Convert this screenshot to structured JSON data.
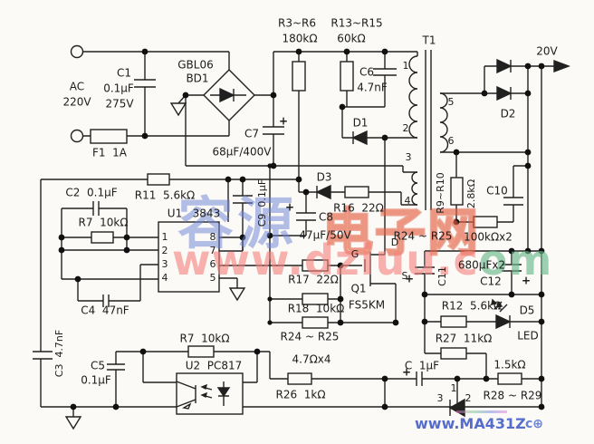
{
  "labels": {
    "ac1": "AC",
    "ac2": "220V",
    "c1_name": "C1",
    "c1_val": "0.1μF",
    "c1_volt": "275V",
    "f1": "F1  1A",
    "bd_model": "GBL06",
    "bd_name": "BD1",
    "c7_name": "C7",
    "c7_val": "68μF/400V",
    "r36_name": "R3~R6",
    "r36_val": "180kΩ",
    "r1315_name": "R13~R15",
    "r1315_val": "60kΩ",
    "c6_name": "C6",
    "c6_val": "4.7nF",
    "d1": "D1",
    "t1": "T1",
    "v20": "20V",
    "d2": "D2",
    "c2": "C2  0.1μF",
    "r11": "R11  5.6kΩ",
    "r7a": "R7  10kΩ",
    "u1": "U1   3843",
    "c9_rot": "C9  0.1μF",
    "d3": "D3",
    "r16": "R16  22Ω",
    "c8_name": "C8",
    "c8_val": "47μF/50V",
    "r910_rot": "R9~R10",
    "v28_rot": "2.8kΩ",
    "c10": "C10",
    "r2425a": "R24 ~ R25",
    "v100k": "100kΩx2",
    "v680": "680μFx2",
    "c12": "C12",
    "c11_rot": "C11",
    "q_g": "G",
    "q_d": "D",
    "q_s": "S",
    "q1": "Q1",
    "q1_type": "FS5KM",
    "r17": "R17  22Ω",
    "r18": "R18  10kΩ",
    "r2425b": "R24 ~ R25",
    "v47": "4.7Ωx4",
    "r26": "R26  1kΩ",
    "r7b": "R7  10kΩ",
    "u2": "U2  PC817",
    "c4": "C4  47nF",
    "c5_name": "C5",
    "c5_val": "0.1μF",
    "c3_rot": "C3  4.7nF",
    "c_1uf": "C  1μF",
    "r12": "R12  5.6kΩ",
    "r27": "R27  11kΩ",
    "d5": "D5",
    "led": "LED",
    "v15k": "1.5kΩ",
    "r2829": "R28 ~ R29",
    "plus": "+"
  },
  "u1_pins": {
    "left": [
      "1",
      "2",
      "3",
      "4"
    ],
    "right": [
      "8",
      "7",
      "6",
      "5"
    ]
  },
  "t1_pins": {
    "p1": "1",
    "p2": "2",
    "p3": "3",
    "p4": "4",
    "p5": "5",
    "p6": "6"
  },
  "tl431_pins": {
    "ref": "1",
    "anode2": "2",
    "cathode3": "3"
  },
  "watermark": {
    "cn_blue": "容源",
    "cn_red": "电子网",
    "url_main": "www.dziuu.c",
    "url_tail": "om",
    "bottom_left": "www.MA431Z",
    "bottom_right": "c⊕"
  },
  "colors": {
    "wire": "#212121",
    "watermark_blue": "#7084d6",
    "watermark_red": "#e2583a",
    "watermark_pink": "#f3827c",
    "watermark_green": "#6aba8c"
  }
}
